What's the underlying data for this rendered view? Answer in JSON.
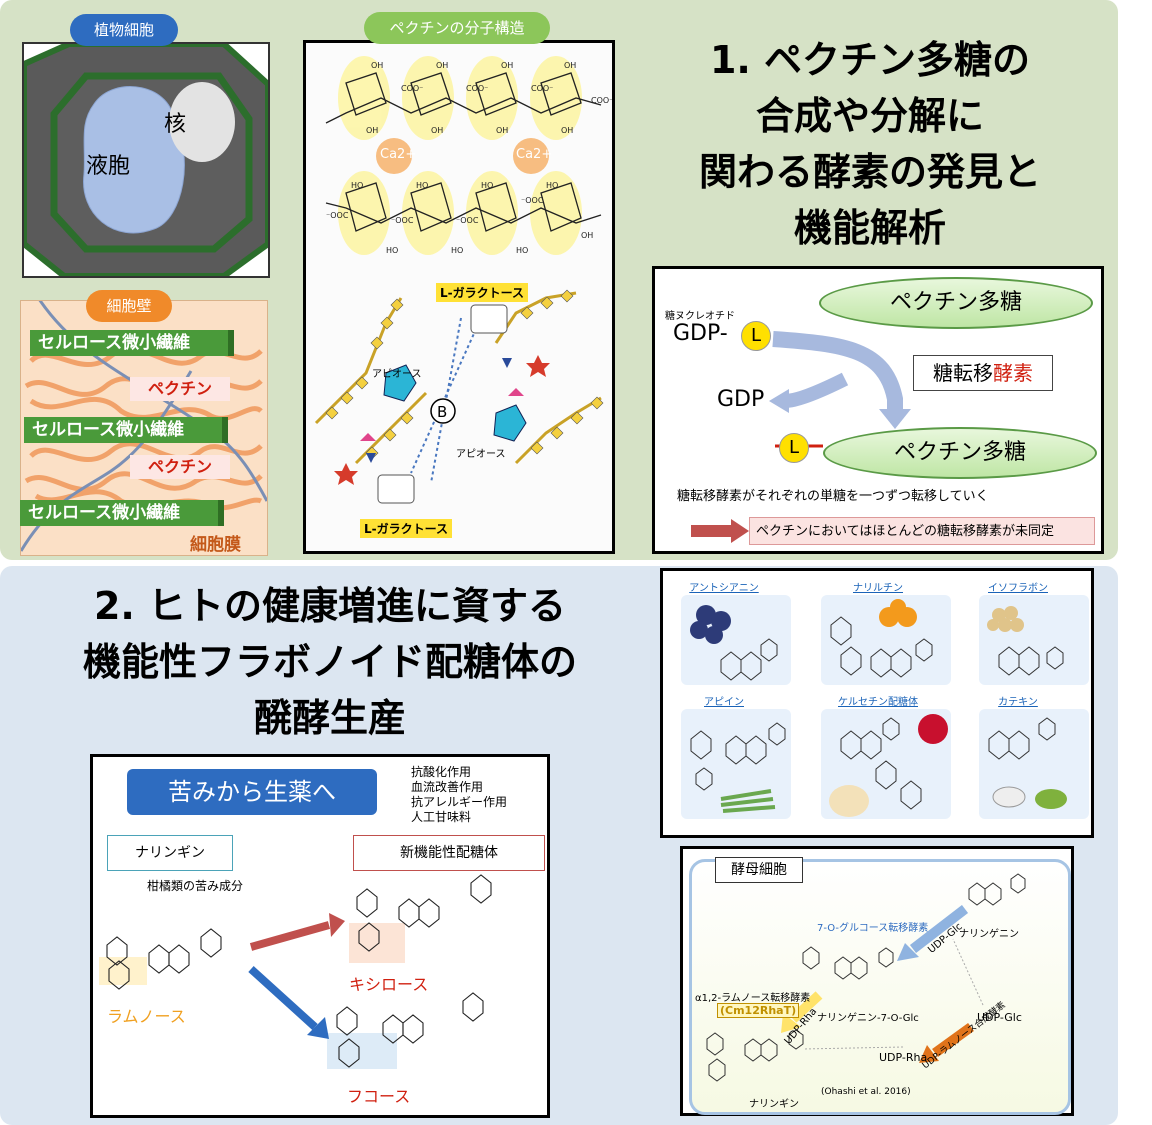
{
  "section1": {
    "title_lines": [
      "1. ペクチン多糖の",
      "合成や分解に",
      "関わる酵素の発見と",
      "機能解析"
    ]
  },
  "section2": {
    "title_lines": [
      "2. ヒトの健康増進に資する",
      "機能性フラボノイド配糖体の",
      "醗酵生産"
    ]
  },
  "plant_cell": {
    "label": "植物細胞",
    "vacuole": "液胞",
    "nucleus": "核"
  },
  "cell_wall": {
    "label": "細胞壁",
    "fibers": [
      "セルロース微小繊維",
      "セルロース微小繊維",
      "セルロース微小繊維"
    ],
    "pectin": [
      "ペクチン",
      "ペクチン"
    ],
    "membrane": "細胞膜"
  },
  "pectin_structure": {
    "label": "ペクチンの分子構造",
    "ca_ions": [
      "Ca2+",
      "Ca2+"
    ],
    "l_galactose": [
      "L-ガラクトース",
      "L-ガラクトース"
    ],
    "apiose": [
      "アピオース",
      "アピオース"
    ],
    "boron": "B"
  },
  "enzyme_diagram": {
    "nucleotide_sugar_label": "糖ヌクレオチド",
    "gdp_l": "GDP-",
    "l_symbol": "L",
    "gdp": "GDP",
    "pectin_top": "ペクチン多糖",
    "pectin_bottom": "ペクチン多糖",
    "enzyme_prefix": "糖転移",
    "enzyme_suffix": "酵素",
    "description": "糖転移酵素がそれぞれの単糖を一つずつ転移していく",
    "note": "ペクチンにおいてはほとんどの糖転移酵素が未同定"
  },
  "flavonoids": [
    {
      "name": "アントシアニン"
    },
    {
      "name": "ナリルチン"
    },
    {
      "name": "イソフラボン"
    },
    {
      "name": "アピイン"
    },
    {
      "name": "ケルセチン配糖体"
    },
    {
      "name": "カテキン"
    }
  ],
  "bitter": {
    "title": "苦みから生薬へ",
    "effects": [
      "抗酸化作用",
      "血流改善作用",
      "抗アレルギー作用",
      "人工甘味料"
    ],
    "naringin": "ナリンギン",
    "new_glycoside": "新機能性配糖体",
    "citrus_bitter": "柑橘類の苦み成分",
    "rhamnose": "ラムノース",
    "xylose": "キシロース",
    "fucose": "フコース"
  },
  "yeast": {
    "label": "酵母細胞",
    "glc_enzyme": "7-O-グルコース転移酵素",
    "naringenin": "ナリンゲニン",
    "udp_glc_1": "UDP-Glc",
    "udp_glc_2": "UDP-Glc",
    "rha_enzyme": "α1,2-ラムノース転移酵素",
    "cm12rhat": "(Cm12RhaT)",
    "udp_rha_1": "UDP-Rha",
    "udp_rha_2": "UDP-Rha",
    "n7g": "ナリンゲニン-7-O-Glc",
    "udp_rha_synth": "UDP-ラムノース合成酵素",
    "naringin": "ナリンギン",
    "citation": "(Ohashi et al. 2016)"
  },
  "colors": {
    "top_bg": "#d6e2c6",
    "bottom_bg": "#dce6f1",
    "pill_blue": "#2e6cc0",
    "pill_green": "#8cc65a",
    "pill_orange": "#f08a2a",
    "red": "#d02010"
  }
}
